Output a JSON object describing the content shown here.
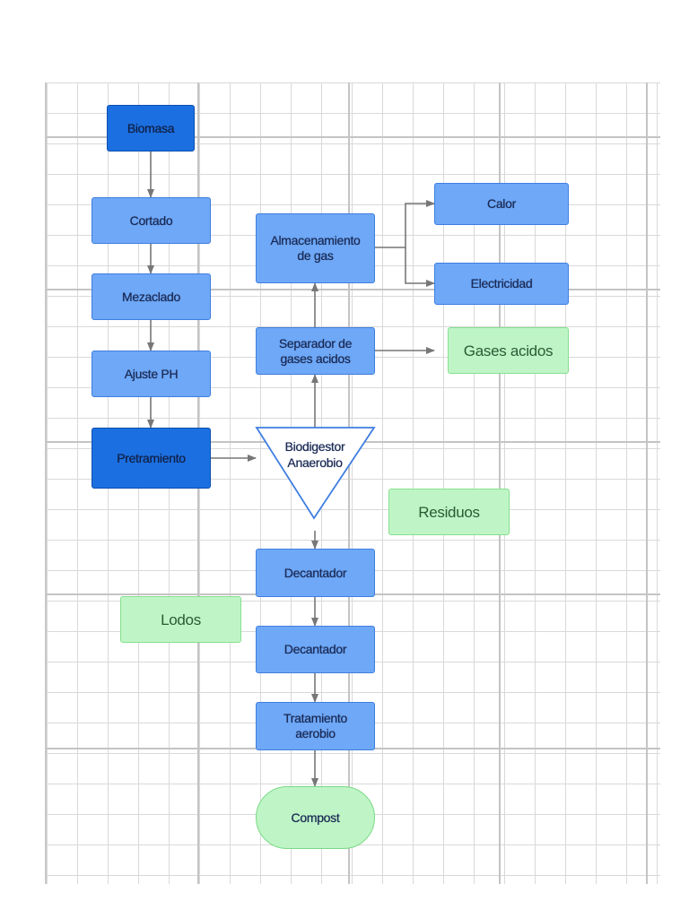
{
  "diagram": {
    "nodes": {
      "biomasa": "Biomasa",
      "cortado": "Cortado",
      "mezaclado": "Mezaclado",
      "ajuste_ph": "Ajuste PH",
      "pretramiento": "Pretramiento",
      "biodigestor": "Biodigestor\nAnaerobio",
      "separador": "Separador de\ngases acidos",
      "almacenamiento": "Almacenamiento\nde gas",
      "calor": "Calor",
      "electricidad": "Electricidad",
      "gases_acidos": "Gases acidos",
      "residuos": "Residuos",
      "decantador_1": "Decantador",
      "lodos": "Lodos",
      "decantador_2": "Decantador",
      "tratamiento": "Tratamiento\naerobio",
      "compost": "Compost"
    },
    "colors": {
      "process_fill": "#6ea8f7",
      "emphasis_fill": "#1c6fe0",
      "output_fill": "#bff5c6",
      "arrow": "#777777",
      "grid": "#d9d9d9"
    }
  }
}
